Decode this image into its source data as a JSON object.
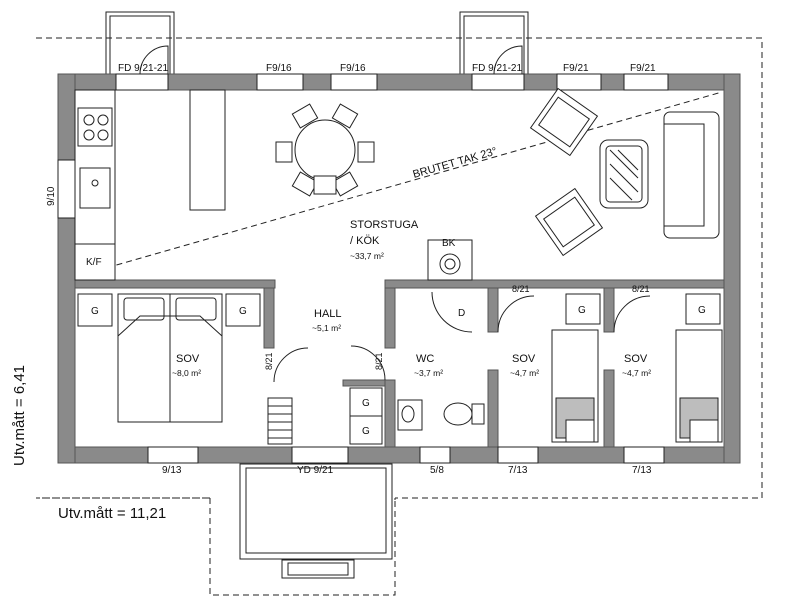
{
  "rooms": {
    "storstuga_line1": "STORSTUGA",
    "storstuga_line2": "/ KÖK",
    "storstuga_area": "~33,7 m²",
    "hall": "HALL",
    "hall_area": "~5,1 m²",
    "sov1": "SOV",
    "sov1_area": "~8,0 m²",
    "wc": "WC",
    "wc_area": "~3,7 m²",
    "sov2": "SOV",
    "sov2_area": "~4,7 m²",
    "sov3": "SOV",
    "sov3_area": "~4,7 m²"
  },
  "labels": {
    "roof": "BRUTET TAK 23°",
    "bk": "BK",
    "kf": "K/F",
    "d": "D",
    "g": "G"
  },
  "openings": {
    "fd_left": "FD 9/21-21",
    "fd_right": "FD 9/21-21",
    "top_w1": "F9/16",
    "top_w2": "F9/16",
    "top_w3": "F9/21",
    "top_w4": "F9/21",
    "left_w": "9/10",
    "bot_w1": "9/13",
    "bot_door": "YD 9/21",
    "bot_w2": "5/8",
    "bot_w3": "7/13",
    "bot_w4": "7/13",
    "d_hall": "8/21",
    "d_wc": "8/21",
    "d_sov2": "8/21",
    "d_sov3": "8/21"
  },
  "dimensions": {
    "height": "Utv.mått = 6,41",
    "width": "Utv.mått = 11,21"
  }
}
